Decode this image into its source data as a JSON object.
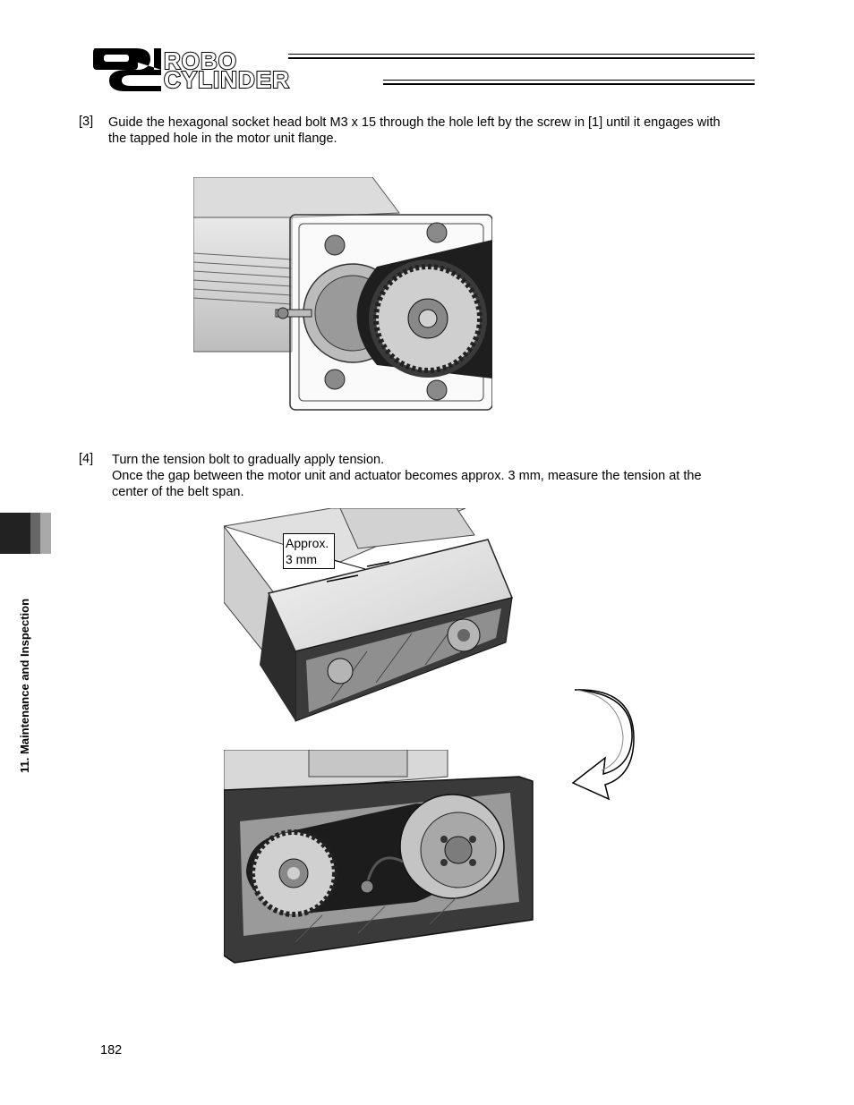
{
  "header": {
    "logo_word_1": "ROBO",
    "logo_word_2": "CYLINDER"
  },
  "sidebar": {
    "section_label": "11. Maintenance and Inspection"
  },
  "steps": [
    {
      "num": "[3]",
      "line1": "Guide the hexagonal socket head bolt M3 x 15 through the hole left by the screw in [1] until it engages with",
      "line2": "the tapped hole in the motor unit flange."
    },
    {
      "num": "[4]",
      "line1": "Turn the tension bolt to gradually apply tension.",
      "line2": "Once the gap between the motor unit and actuator becomes approx. 3 mm, measure the tension at the",
      "line3": "center of the belt span."
    }
  ],
  "figure2": {
    "callout_line1": "Approx.",
    "callout_line2": "3 mm"
  },
  "footer": {
    "page_number": "182"
  }
}
